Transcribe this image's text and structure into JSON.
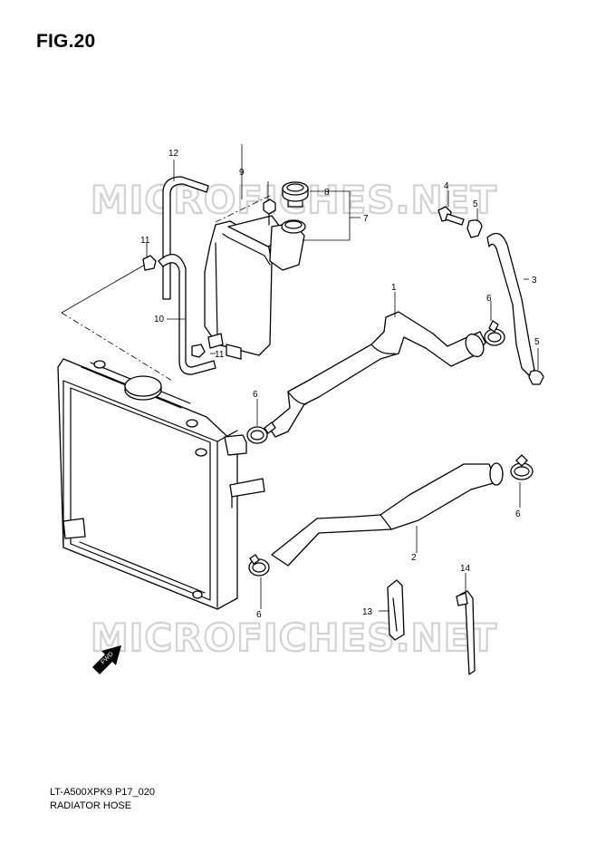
{
  "figure": {
    "title": "FIG.20",
    "code": "LT-A500XPK9 P17_020",
    "name": "RADIATOR HOSE"
  },
  "watermark": "MICROFICHES.NET",
  "direction_label": "FWD",
  "callouts": {
    "c1": "1",
    "c2": "2",
    "c3": "3",
    "c4": "4",
    "c5a": "5",
    "c5b": "5",
    "c6a": "6",
    "c6b": "6",
    "c6c": "6",
    "c6d": "6",
    "c7": "7",
    "c8": "8",
    "c9": "9",
    "c10": "10",
    "c11a": "11",
    "c11b": "11",
    "c12": "12",
    "c13": "13",
    "c14": "14"
  }
}
